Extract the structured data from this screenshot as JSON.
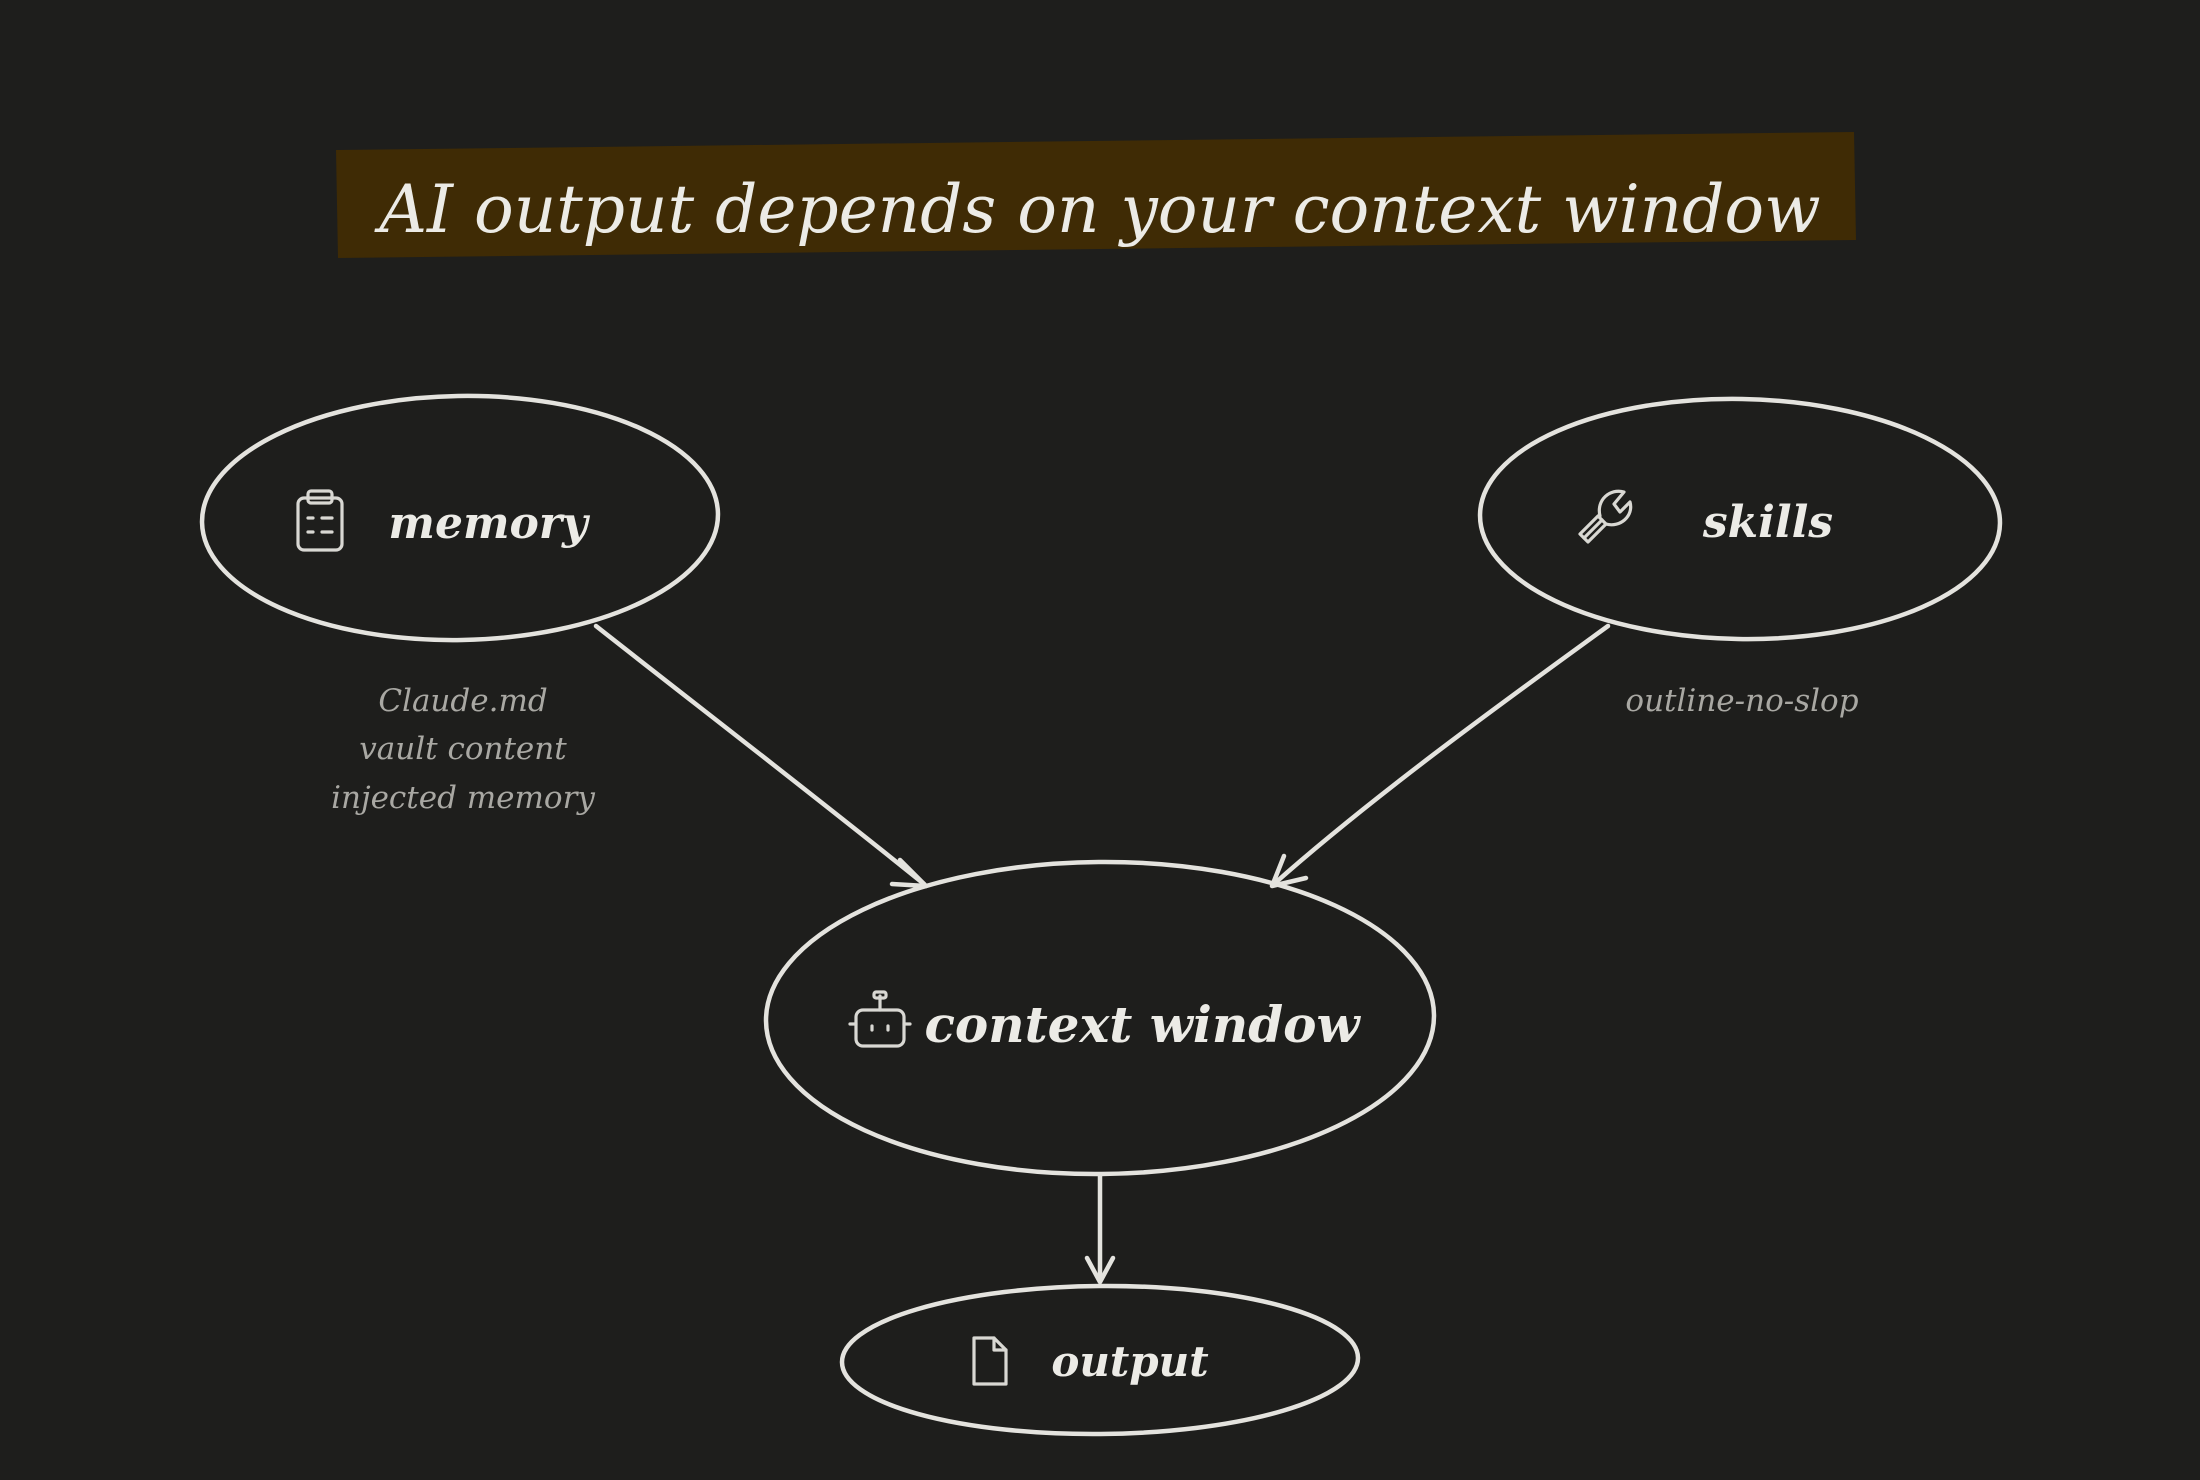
{
  "title": "AI output depends on your context window",
  "colors": {
    "background": "#1e1e1c",
    "title_band": "#3f2b05",
    "stroke": "#e4e3de",
    "note_text": "#a9a8a3"
  },
  "nodes": {
    "memory": {
      "label": "memory",
      "icon": "clipboard-icon"
    },
    "skills": {
      "label": "skills",
      "icon": "wrench-icon"
    },
    "context": {
      "label": "context window",
      "icon": "robot-icon"
    },
    "output": {
      "label": "output",
      "icon": "file-icon"
    }
  },
  "notes": {
    "memory": [
      "Claude.md",
      "vault content",
      "injected memory"
    ],
    "skills": [
      "outline-no-slop"
    ]
  },
  "edges": [
    {
      "from": "memory",
      "to": "context window"
    },
    {
      "from": "skills",
      "to": "context window"
    },
    {
      "from": "context window",
      "to": "output"
    }
  ]
}
